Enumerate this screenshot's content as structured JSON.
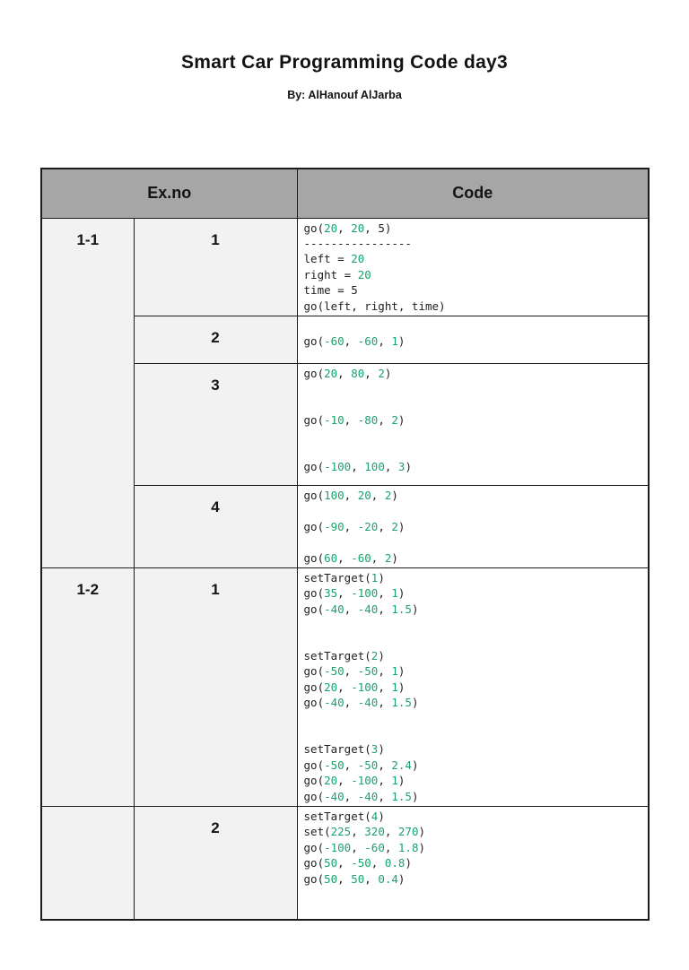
{
  "page": {
    "title": "Smart Car Programming Code day3",
    "subtitle": "By: AlHanouf AlJarba"
  },
  "table": {
    "headers": {
      "ex_no": "Ex.no",
      "code": "Code"
    },
    "colors": {
      "header_bg": "#a6a6a6",
      "row_label_bg": "#f2f2f2",
      "code_number_green": "#1aa36d",
      "border": "#1c1c1c"
    },
    "rows": [
      {
        "ex": "1-1",
        "ex_rowspan": 4,
        "num": "1",
        "code": [
          [
            {
              "t": "go("
            },
            {
              "t": "20",
              "n": true
            },
            {
              "t": ", "
            },
            {
              "t": "20",
              "n": true
            },
            {
              "t": ", 5)"
            }
          ],
          [
            {
              "t": "----------------"
            }
          ],
          [
            {
              "t": "left = "
            },
            {
              "t": "20",
              "n": true
            }
          ],
          [
            {
              "t": "right = "
            },
            {
              "t": "20",
              "n": true
            }
          ],
          [
            {
              "t": "time = 5"
            }
          ],
          [
            {
              "t": "go(left, right, time)"
            }
          ]
        ]
      },
      {
        "num": "2",
        "code": [
          [],
          [
            {
              "t": "go("
            },
            {
              "t": "-60",
              "n": true
            },
            {
              "t": ", "
            },
            {
              "t": "-60",
              "n": true
            },
            {
              "t": ", "
            },
            {
              "t": "1",
              "n": true
            },
            {
              "t": ")"
            }
          ]
        ]
      },
      {
        "num": "3",
        "code": [
          [
            {
              "t": "go("
            },
            {
              "t": "20",
              "n": true
            },
            {
              "t": ", "
            },
            {
              "t": "80",
              "n": true
            },
            {
              "t": ", "
            },
            {
              "t": "2",
              "n": true
            },
            {
              "t": ")"
            }
          ],
          [],
          [],
          [
            {
              "t": "go("
            },
            {
              "t": "-10",
              "n": true
            },
            {
              "t": ", "
            },
            {
              "t": "-80",
              "n": true
            },
            {
              "t": ", "
            },
            {
              "t": "2",
              "n": true
            },
            {
              "t": ")"
            }
          ],
          [],
          [],
          [
            {
              "t": "go("
            },
            {
              "t": "-100",
              "n": true
            },
            {
              "t": ", "
            },
            {
              "t": "100",
              "n": true
            },
            {
              "t": ", "
            },
            {
              "t": "3",
              "n": true
            },
            {
              "t": ")"
            }
          ]
        ]
      },
      {
        "num": "4",
        "code": [
          [
            {
              "t": "go("
            },
            {
              "t": "100",
              "n": true
            },
            {
              "t": ", "
            },
            {
              "t": "20",
              "n": true
            },
            {
              "t": ", "
            },
            {
              "t": "2",
              "n": true
            },
            {
              "t": ")"
            }
          ],
          [],
          [
            {
              "t": "go("
            },
            {
              "t": "-90",
              "n": true
            },
            {
              "t": ", "
            },
            {
              "t": "-20",
              "n": true
            },
            {
              "t": ", "
            },
            {
              "t": "2",
              "n": true
            },
            {
              "t": ")"
            }
          ],
          [],
          [
            {
              "t": "go("
            },
            {
              "t": "60",
              "n": true
            },
            {
              "t": ", "
            },
            {
              "t": "-60",
              "n": true
            },
            {
              "t": ", "
            },
            {
              "t": "2",
              "n": true
            },
            {
              "t": ")"
            }
          ]
        ]
      },
      {
        "ex": "1-2",
        "ex_rowspan": 1,
        "num": "1",
        "code": [
          [
            {
              "t": "setTarget("
            },
            {
              "t": "1",
              "n": true
            },
            {
              "t": ")"
            }
          ],
          [
            {
              "t": "go("
            },
            {
              "t": "35",
              "n": true
            },
            {
              "t": ", "
            },
            {
              "t": "-100",
              "n": true
            },
            {
              "t": ", "
            },
            {
              "t": "1",
              "n": true
            },
            {
              "t": ")"
            }
          ],
          [
            {
              "t": "go("
            },
            {
              "t": "-40",
              "n": true
            },
            {
              "t": ", "
            },
            {
              "t": "-40",
              "n": true
            },
            {
              "t": ", "
            },
            {
              "t": "1.5",
              "n": true
            },
            {
              "t": ")"
            }
          ],
          [],
          [],
          [
            {
              "t": "setTarget("
            },
            {
              "t": "2",
              "n": true
            },
            {
              "t": ")"
            }
          ],
          [
            {
              "t": "go("
            },
            {
              "t": "-50",
              "n": true
            },
            {
              "t": ", "
            },
            {
              "t": "-50",
              "n": true
            },
            {
              "t": ", "
            },
            {
              "t": "1",
              "n": true
            },
            {
              "t": ")"
            }
          ],
          [
            {
              "t": "go("
            },
            {
              "t": "20",
              "n": true
            },
            {
              "t": ", "
            },
            {
              "t": "-100",
              "n": true
            },
            {
              "t": ", "
            },
            {
              "t": "1",
              "n": true
            },
            {
              "t": ")"
            }
          ],
          [
            {
              "t": "go("
            },
            {
              "t": "-40",
              "n": true
            },
            {
              "t": ", "
            },
            {
              "t": "-40",
              "n": true
            },
            {
              "t": ", "
            },
            {
              "t": "1.5",
              "n": true
            },
            {
              "t": ")"
            }
          ],
          [],
          [],
          [
            {
              "t": "setTarget("
            },
            {
              "t": "3",
              "n": true
            },
            {
              "t": ")"
            }
          ],
          [
            {
              "t": "go("
            },
            {
              "t": "-50",
              "n": true
            },
            {
              "t": ", "
            },
            {
              "t": "-50",
              "n": true
            },
            {
              "t": ", "
            },
            {
              "t": "2.4",
              "n": true
            },
            {
              "t": ")"
            }
          ],
          [
            {
              "t": "go("
            },
            {
              "t": "20",
              "n": true
            },
            {
              "t": ", "
            },
            {
              "t": "-100",
              "n": true
            },
            {
              "t": ", "
            },
            {
              "t": "1",
              "n": true
            },
            {
              "t": ")"
            }
          ],
          [
            {
              "t": "go("
            },
            {
              "t": "-40",
              "n": true
            },
            {
              "t": ", "
            },
            {
              "t": "-40",
              "n": true
            },
            {
              "t": ", "
            },
            {
              "t": "1.5",
              "n": true
            },
            {
              "t": ")"
            }
          ]
        ]
      },
      {
        "ex": "",
        "ex_rowspan": 1,
        "num": "2",
        "code": [
          [
            {
              "t": "setTarget("
            },
            {
              "t": "4",
              "n": true
            },
            {
              "t": ")"
            }
          ],
          [
            {
              "t": "set("
            },
            {
              "t": "225",
              "n": true
            },
            {
              "t": ", "
            },
            {
              "t": "320",
              "n": true
            },
            {
              "t": ", "
            },
            {
              "t": "270",
              "n": true
            },
            {
              "t": ")"
            }
          ],
          [
            {
              "t": "go("
            },
            {
              "t": "-100",
              "n": true
            },
            {
              "t": ", "
            },
            {
              "t": "-60",
              "n": true
            },
            {
              "t": ", "
            },
            {
              "t": "1.8",
              "n": true
            },
            {
              "t": ")"
            }
          ],
          [
            {
              "t": "go("
            },
            {
              "t": "50",
              "n": true
            },
            {
              "t": ", "
            },
            {
              "t": "-50",
              "n": true
            },
            {
              "t": ", "
            },
            {
              "t": "0.8",
              "n": true
            },
            {
              "t": ")"
            }
          ],
          [
            {
              "t": "go("
            },
            {
              "t": "50",
              "n": true
            },
            {
              "t": ", "
            },
            {
              "t": "50",
              "n": true
            },
            {
              "t": ", "
            },
            {
              "t": "0.4",
              "n": true
            },
            {
              "t": ")"
            }
          ]
        ]
      }
    ]
  }
}
